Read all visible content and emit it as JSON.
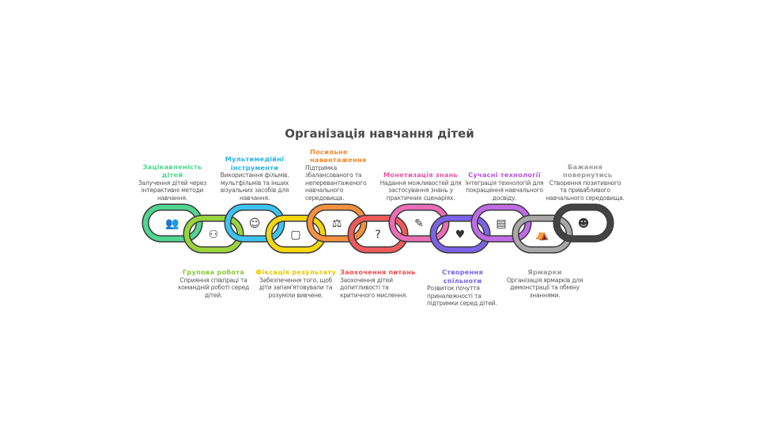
{
  "title": "Організація навчання дітей",
  "top_items": [
    {
      "title": "Зацікавленість дітей",
      "desc": "Залучення дітей через інтерактивні методи навчання.",
      "color": "#4fd68f",
      "icon": "children-learning-icon"
    },
    {
      "title": "Мультимедійні інструменти",
      "desc": "Використання фільмів, мультфільмів та інших візуальних засобів для навчання.",
      "color": "#3cc4f0",
      "icon": "child-media-icon"
    },
    {
      "title": "Посильне навантаження",
      "desc": "Підтримка збалансованого та неперевантаженого навчального середовища.",
      "color": "#f5913e",
      "icon": "balanced-load-icon"
    },
    {
      "title": "Монетизація знань",
      "desc": "Надання можливостей для застосування знань у практичних сценаріях.",
      "color": "#ec6cb8",
      "icon": "teacher-students-icon"
    },
    {
      "title": "Сучасні технології",
      "desc": "Інтеграція технологій для покращення навчального досвіду.",
      "color": "#c06ae6",
      "icon": "tablet-icon"
    },
    {
      "title": "Бажання повернутись",
      "desc": "Створення позитивного та привабливого навчального середовища.",
      "color": "#444444",
      "icon": "happy-child-icon"
    }
  ],
  "bottom_items": [
    {
      "title": "Групова робота",
      "desc": "Сприяння співпраці та командній роботі серед дітей.",
      "color": "#9ad43c",
      "icon": "group-work-icon"
    },
    {
      "title": "Фіксація результату",
      "desc": "Забезпечення того, щоб діти запам'ятовували та розуміли вивчене.",
      "color": "#f5d70c",
      "icon": "whiteboard-icon"
    },
    {
      "title": "Заохочення питань",
      "desc": "Заохочення дітей допитливості та критичного мислення.",
      "color": "#f05a5a",
      "icon": "curious-face-icon"
    },
    {
      "title": "Створення спільноти",
      "desc": "Розвиток почуття приналежності та підтримки серед дітей.",
      "color": "#7b62e8",
      "icon": "community-icon"
    },
    {
      "title": "Ярмарки",
      "desc": "Організація ярмарків для демонстрації та обміну знаннями.",
      "color": "#a8a8a8",
      "icon": "fair-icon"
    }
  ]
}
